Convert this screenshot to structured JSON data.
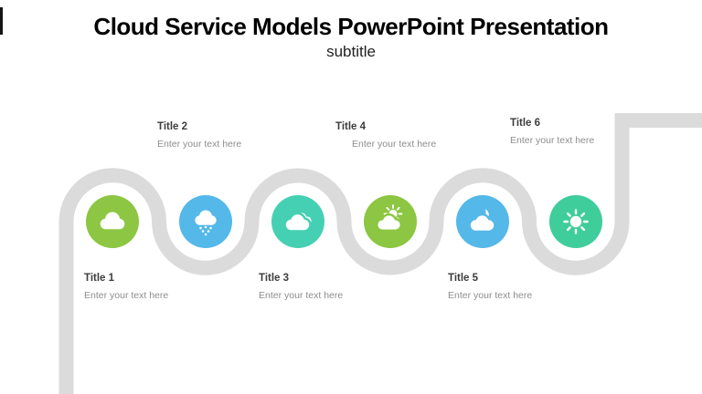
{
  "slide": {
    "title": "Cloud Service Models PowerPoint Presentation",
    "subtitle": "subtitle"
  },
  "timeline": {
    "path_color": "#dbdbdb",
    "items": [
      {
        "title": "Title 1",
        "body": "Enter your text here",
        "icon": "cloud-icon",
        "color": "#8cc642",
        "label_position": "below"
      },
      {
        "title": "Title 2",
        "body": "Enter your text here",
        "icon": "rain-cloud-icon",
        "color": "#54b8e9",
        "label_position": "above"
      },
      {
        "title": "Title 3",
        "body": "Enter your text here",
        "icon": "clouds-icon",
        "color": "#46d0b3",
        "label_position": "below"
      },
      {
        "title": "Title 4",
        "body": "Enter your text here",
        "icon": "sun-behind-cloud-icon",
        "color": "#8cc642",
        "label_position": "above"
      },
      {
        "title": "Title 5",
        "body": "Enter your text here",
        "icon": "moon-cloud-icon",
        "color": "#54b8e9",
        "label_position": "below"
      },
      {
        "title": "Title 6",
        "body": "Enter your text here",
        "icon": "sun-icon",
        "color": "#3fcd9c",
        "label_position": "above"
      }
    ]
  }
}
